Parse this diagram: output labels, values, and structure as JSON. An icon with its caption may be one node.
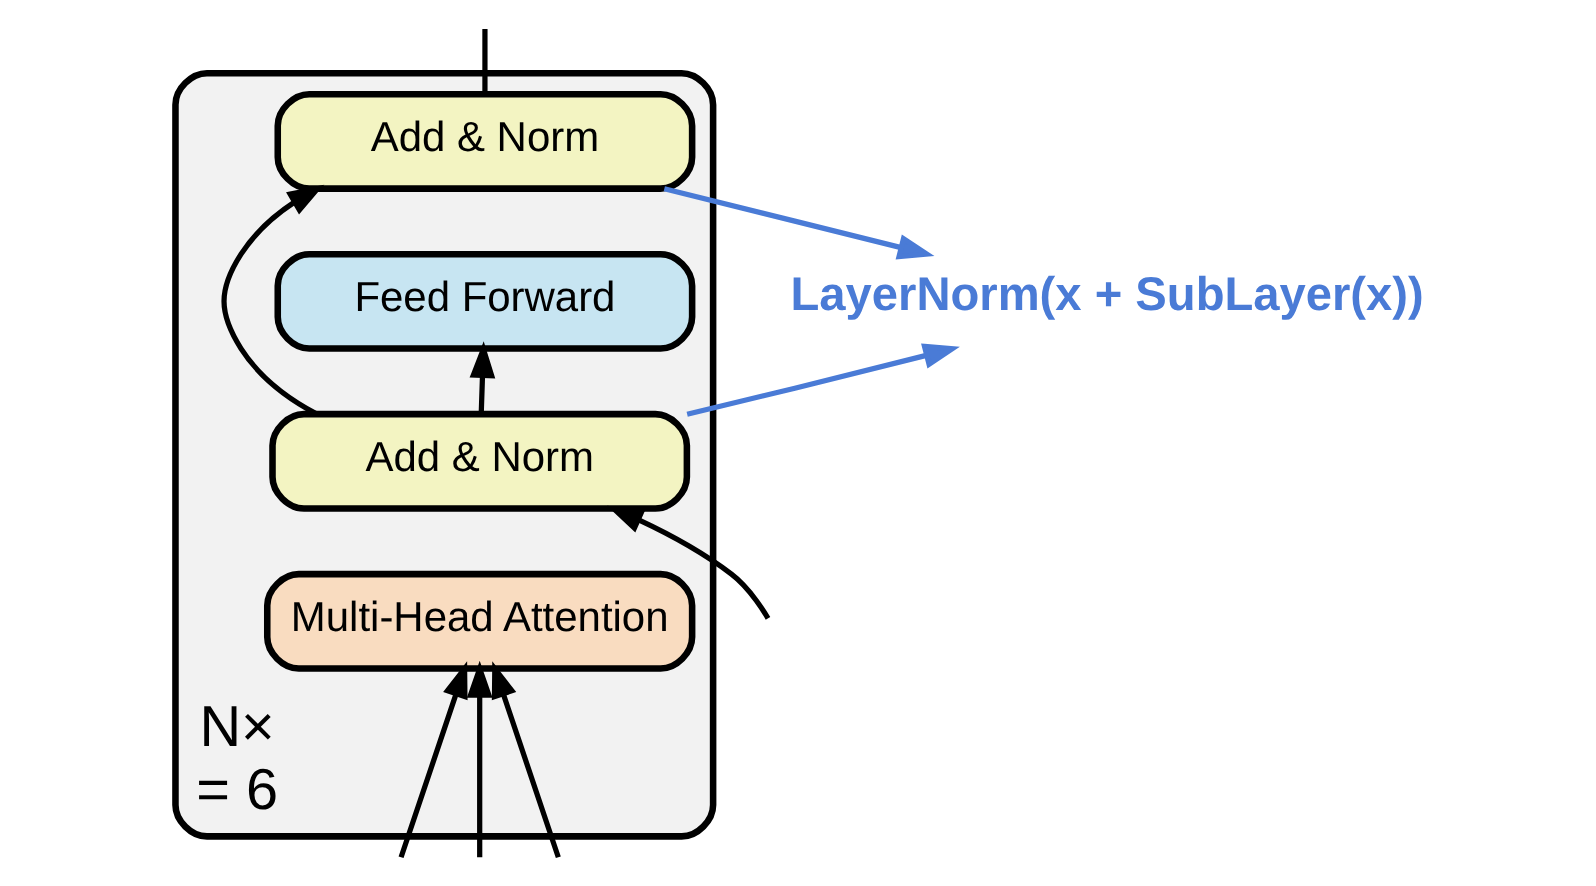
{
  "diagram": {
    "nodes": [
      {
        "text": [],
        "shape": "box",
        "beside": [
          "N×",
          "= 6"
        ]
      },
      {
        "text": [
          "Add & Norm"
        ],
        "in": 0
      },
      {
        "text": [
          "Feed Forward"
        ],
        "in": 0
      },
      {
        "text": [
          "Add & Norm"
        ],
        "in": 0
      },
      {
        "text": [
          "Multi-Head Attention"
        ],
        "in": 0
      },
      {
        "text": [
          "LayerNorm(x + SubLayer(x))"
        ]
      }
    ],
    "edges": [
      {
        "from": null,
        "to": 4,
        "arrow": "to"
      },
      {
        "from": null,
        "to": 4,
        "arrow": "to"
      },
      {
        "from": null,
        "to": 4,
        "arrow": "to"
      },
      {
        "from": null,
        "to": 3,
        "arrow": "to"
      },
      {
        "from": 3,
        "to": 2,
        "arrow": "to"
      },
      {
        "from": 3,
        "to": 1,
        "arrow": "to"
      },
      {
        "from": 1,
        "to": null,
        "arrow": "none"
      },
      {
        "from": 1,
        "to": 5,
        "arrow": "to",
        "color": "#4a7bd6"
      },
      {
        "from": 3,
        "to": 5,
        "arrow": "to",
        "color": "#4a7bd6"
      }
    ]
  }
}
